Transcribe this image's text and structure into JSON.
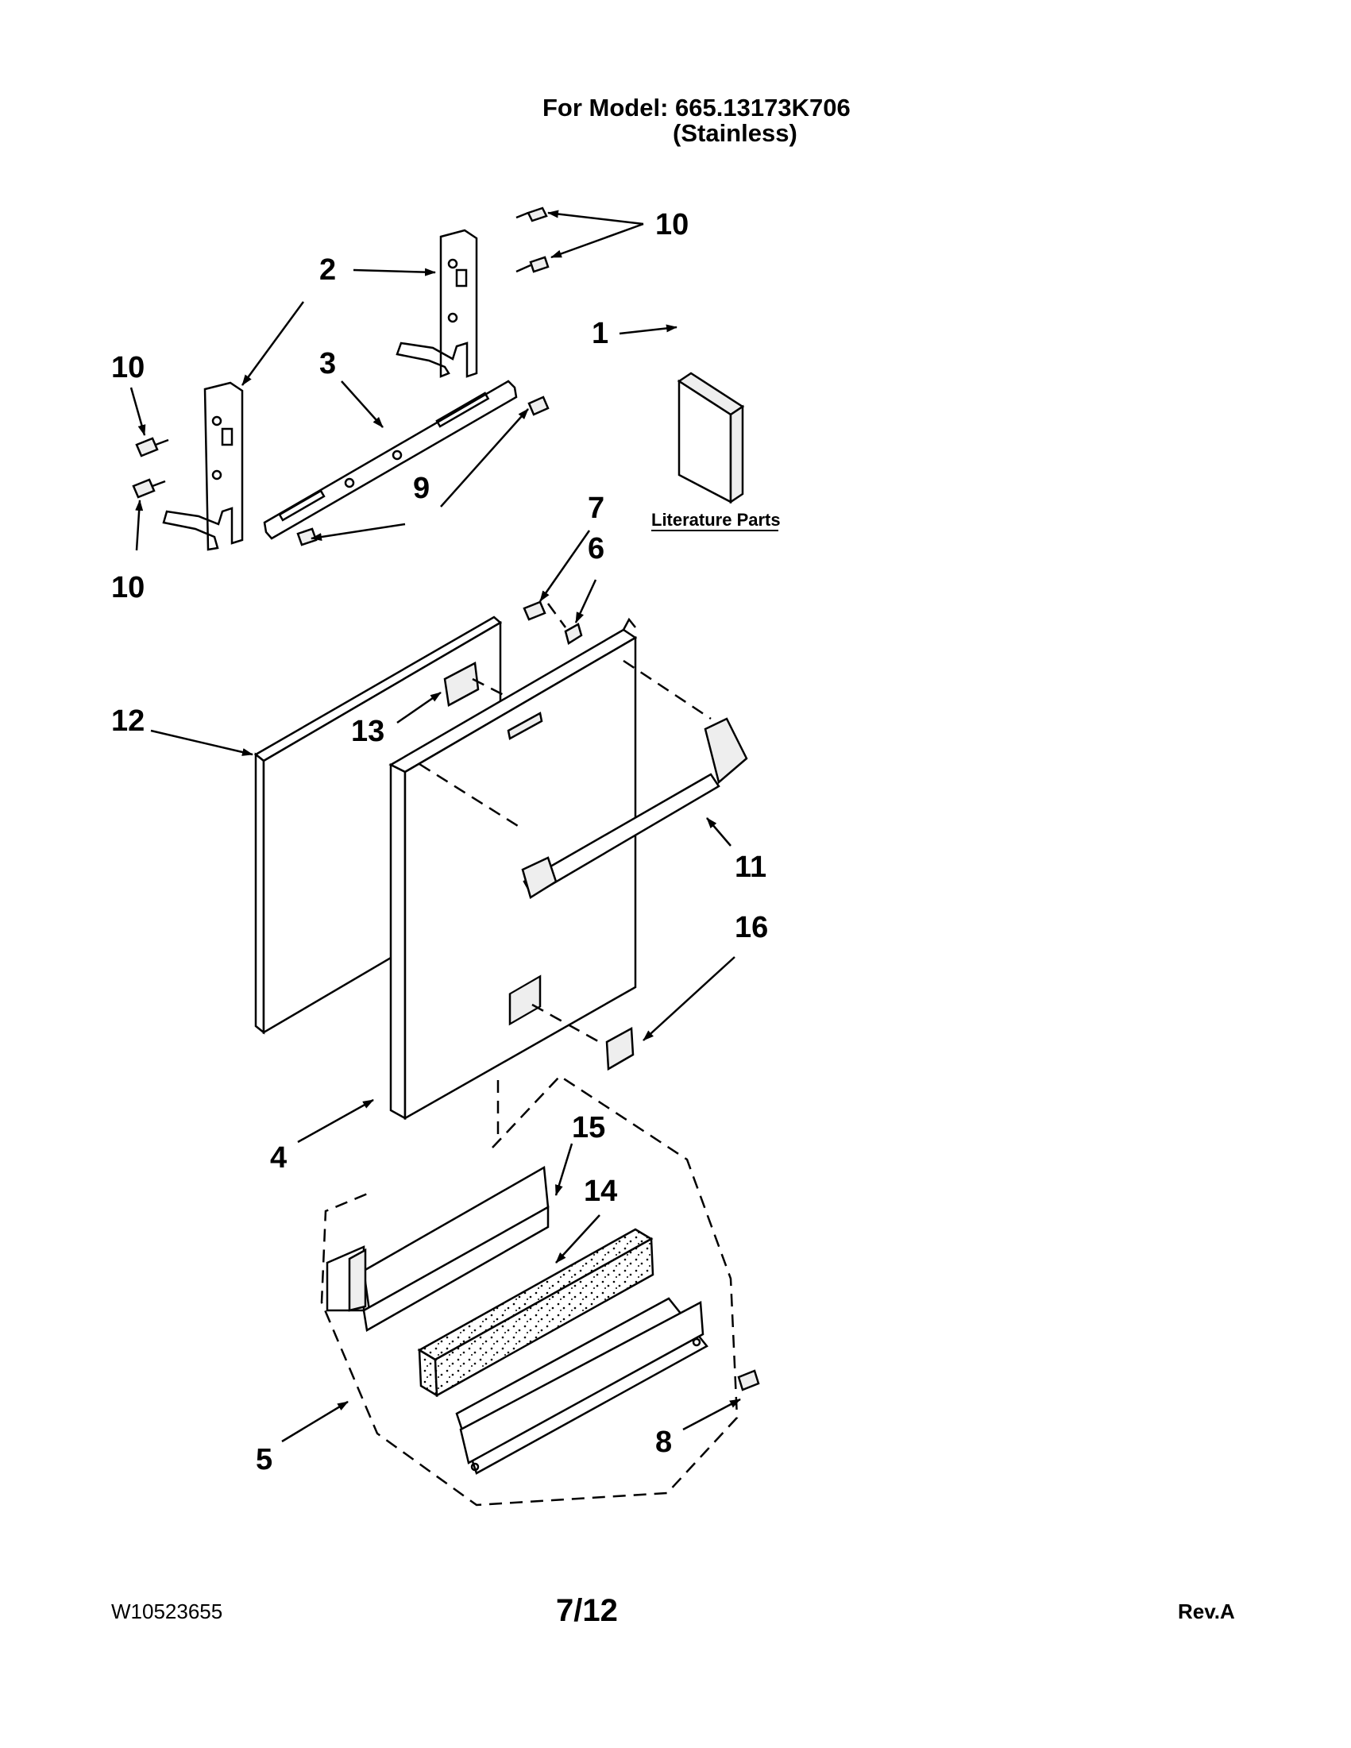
{
  "header": {
    "model_line": "For Model: 665.13173K706",
    "finish_line": "(Stainless)"
  },
  "diagram": {
    "literature_label": "Literature Parts",
    "callouts": {
      "c1": "1",
      "c2": "2",
      "c3": "3",
      "c4": "4",
      "c5": "5",
      "c6": "6",
      "c7": "7",
      "c8": "8",
      "c9": "9",
      "c10a": "10",
      "c10b": "10",
      "c10c": "10",
      "c11": "11",
      "c12": "12",
      "c13": "13",
      "c14": "14",
      "c15": "15",
      "c16": "16"
    }
  },
  "footer": {
    "doc_number": "W10523655",
    "page": "7/12",
    "revision": "Rev.A"
  }
}
